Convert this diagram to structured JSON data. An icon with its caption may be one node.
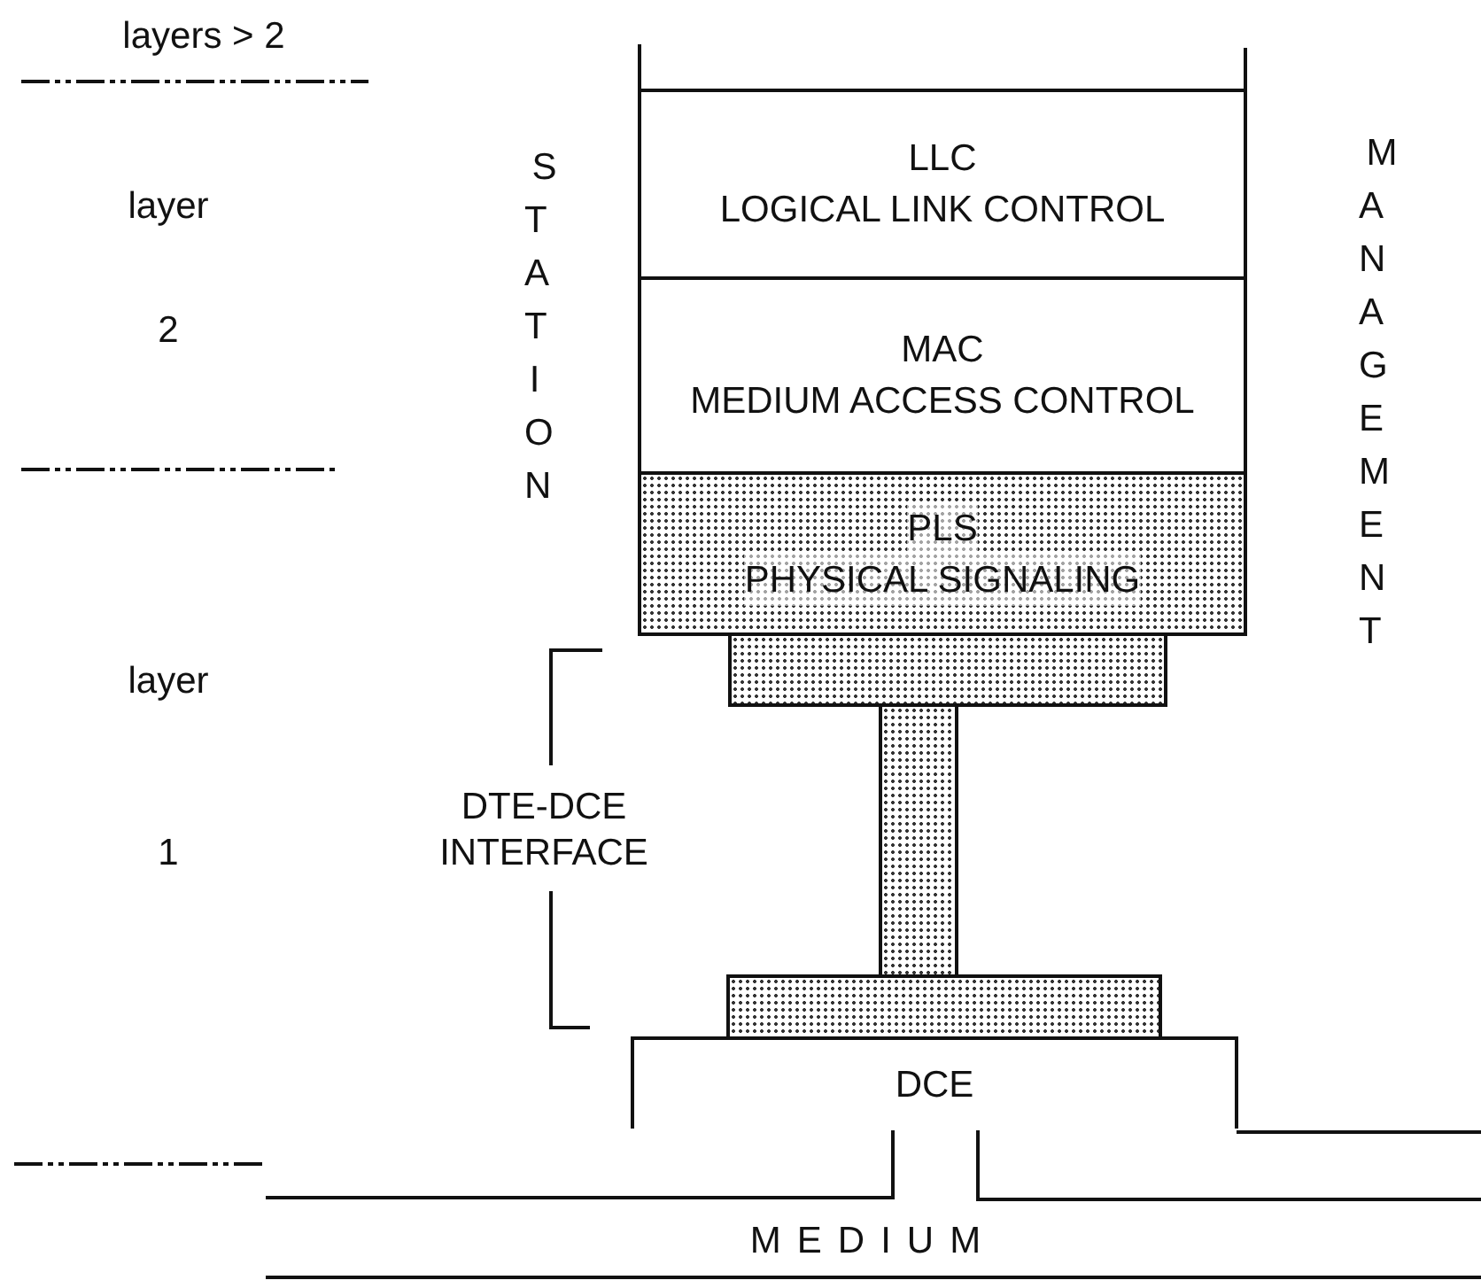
{
  "diagram": {
    "nodes": [
      {
        "text": [
          "LLC",
          "LOGICAL LINK CONTROL"
        ]
      },
      {
        "text": [
          "MAC",
          "MEDIUM ACCESS CONTROL"
        ]
      },
      {
        "text": [
          "PLS",
          "PHYSICAL SIGNALING"
        ]
      },
      {
        "text": [],
        "shape": "box"
      },
      {
        "text": [],
        "shape": "bar"
      },
      {
        "text": [],
        "shape": "box"
      },
      {
        "text": [
          "DCE"
        ]
      },
      {
        "text": [
          "MEDIUM"
        ]
      }
    ],
    "labels": [
      "layers > 2",
      "layer",
      "2",
      "layer",
      "1",
      "STATION",
      "MANAGEMENT",
      "DTE-DCE INTERFACE"
    ]
  }
}
